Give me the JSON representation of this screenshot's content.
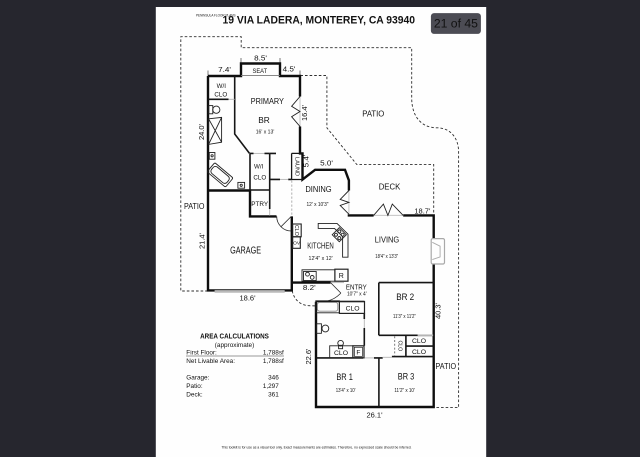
{
  "viewer": {
    "counter": "21 of 45"
  },
  "page": {
    "watermark": "PENINSULA FLOOR PLANS",
    "title": "19 VIA LADERA, MONTEREY, CA  93940",
    "disclaimer": "This toolkit is for use as a visual tool only. Exact measurements are estimates. Therefore, no expressed scale should be inferred."
  },
  "rooms": {
    "seat": "SEAT",
    "wi_clo_1a": "W/I",
    "wi_clo_1b": "CLO",
    "primary_1": "PRIMARY",
    "primary_2": "BR",
    "primary_dim": "16' x 13'",
    "patio_top": "PATIO",
    "deck": "DECK",
    "dining": "DINING",
    "dining_dim": "12' x 10'3\"",
    "laundry": "LAUND",
    "wi_clo_2a": "W/I",
    "wi_clo_2b": "CLO",
    "pantry": "PTRY",
    "patio_left": "PATIO",
    "garage": "GARAGE",
    "kitchen": "KITCHEN",
    "kitchen_dim": "12'4\" x 12'",
    "living": "LIVING",
    "living_dim": "18'4\" x 13'3\"",
    "clo_kitchen": "CLO",
    "oven": "OV",
    "fridge": "R",
    "entry": "ENTRY",
    "entry_dim": "10'7\" x 4'",
    "clo_entry": "CLO",
    "br2": "BR 2",
    "br2_dim": "11'3\" x 11'2\"",
    "clo_hall_vert": "CLO",
    "clo_hall_a": "CLO",
    "clo_hall_b": "CLO",
    "br1": "BR 1",
    "br1_dim": "13'4\" x 10'",
    "br3": "BR 3",
    "br3_dim": "11'2\" x 10'",
    "clo_bath": "CLO",
    "furnace": "F",
    "patio_right": "PATIO"
  },
  "dims": {
    "seat_w": "8.5'",
    "top_left": "7.4'",
    "top_right": "4.5'",
    "primary_e": "16.4'",
    "west": "24.0'",
    "laundry_s": "5.4'",
    "dining_n": "5.0'",
    "living_n": "18.7'",
    "garage_w": "21.4'",
    "garage_s": "18.6'",
    "kitchen_s": "8.2'",
    "east": "40.3'",
    "br1_w": "22.6'",
    "south": "26.1'"
  },
  "area_calculations": {
    "title": "AREA CALCULATIONS",
    "subtitle": "(approximate)",
    "rows": [
      {
        "label": "First  Floor:",
        "value": "1,788sf"
      },
      {
        "label": "Net Livable Area:",
        "value": "1,788sf"
      },
      {
        "label": "Garage:",
        "value": "346"
      },
      {
        "label": "Patio:",
        "value": "1,297"
      },
      {
        "label": "Deck:",
        "value": "361"
      }
    ]
  }
}
